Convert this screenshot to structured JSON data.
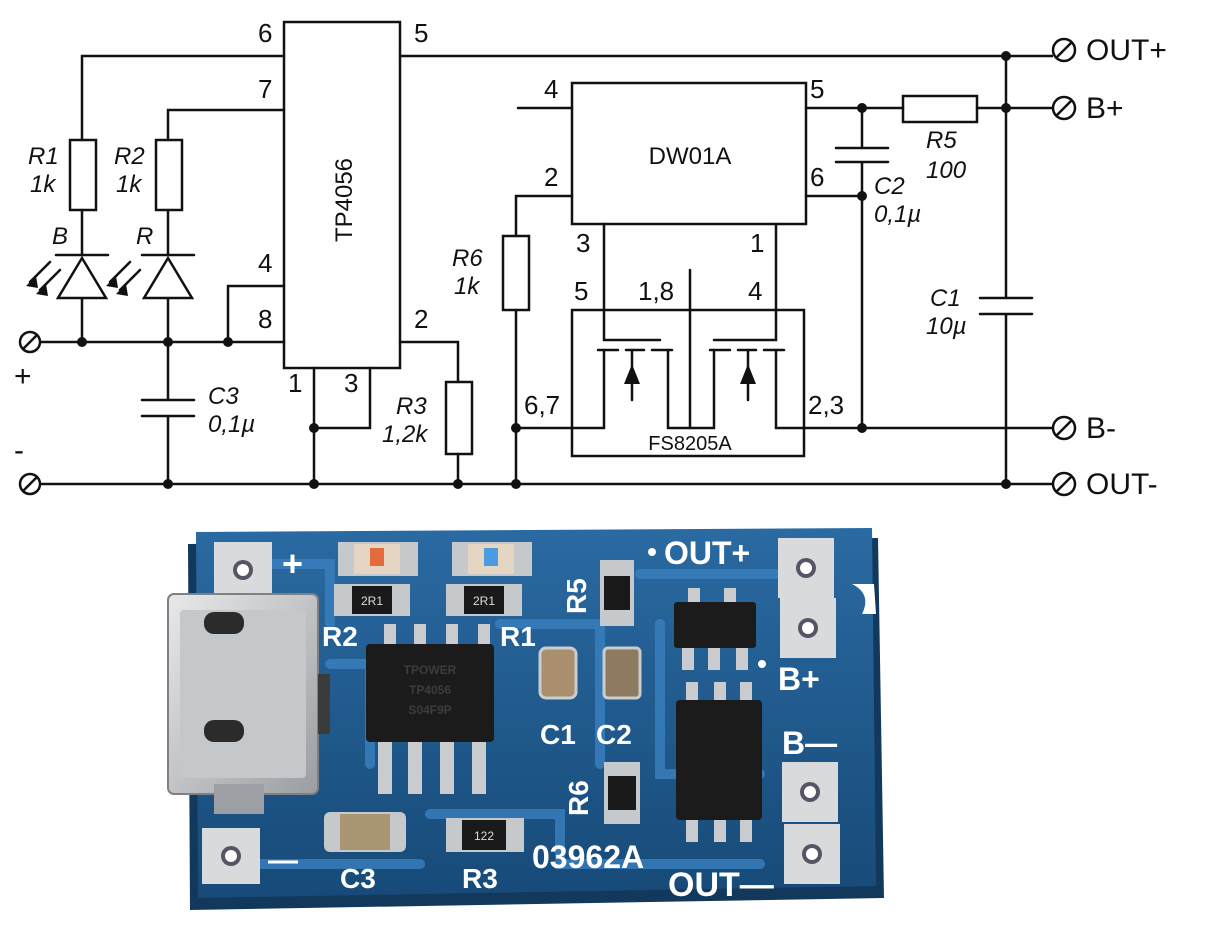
{
  "schematic": {
    "ics": {
      "charger": {
        "name": "TP4056",
        "pins": [
          "6",
          "5",
          "7",
          "4",
          "8",
          "2",
          "1",
          "3"
        ]
      },
      "protector": {
        "name": "DW01A",
        "pins": [
          "4",
          "5",
          "2",
          "6",
          "3",
          "1"
        ]
      },
      "mosfet": {
        "name": "FS8205A",
        "pins": [
          "5",
          "1,8",
          "4",
          "6,7",
          "2,3"
        ]
      }
    },
    "components": {
      "r1": {
        "ref": "R1",
        "value": "1k"
      },
      "r2": {
        "ref": "R2",
        "value": "1k"
      },
      "r3": {
        "ref": "R3",
        "value": "1,2k"
      },
      "r5": {
        "ref": "R5",
        "value": "100"
      },
      "r6": {
        "ref": "R6",
        "value": "1k"
      },
      "c1": {
        "ref": "C1",
        "value": "10µ"
      },
      "c2": {
        "ref": "C2",
        "value": "0,1µ"
      },
      "c3": {
        "ref": "C3",
        "value": "0,1µ"
      },
      "led_b": {
        "ref": "B"
      },
      "led_r": {
        "ref": "R"
      }
    },
    "terminals": {
      "plus": "+",
      "minus": "-",
      "out_plus": "OUT+",
      "b_plus": "B+",
      "b_minus": "B-",
      "out_minus": "OUT-"
    }
  },
  "board": {
    "silk": {
      "plus": "+",
      "minus": "—",
      "r1": "R1",
      "r2": "R2",
      "r3": "R3",
      "r5": "R5",
      "r6": "R6",
      "c1": "C1",
      "c2": "C2",
      "c3": "C3",
      "out_plus": "OUT+",
      "b_plus": "B+",
      "b_minus": "B—",
      "out_minus": "OUT—",
      "board_code": "03962A"
    },
    "chips": {
      "tp_brand": "TPOWER",
      "tp_model": "TP4056",
      "tp_code": "S04F9P",
      "resistor_code_1": "2R1",
      "resistor_code_2": "2R1",
      "r3_code": "122"
    },
    "colors": {
      "pcb": "#1e5a8e",
      "trace": "#2c6ba6",
      "pad": "#cfd1d3",
      "silk": "#ffffff",
      "chip": "#1b1b1b"
    }
  }
}
